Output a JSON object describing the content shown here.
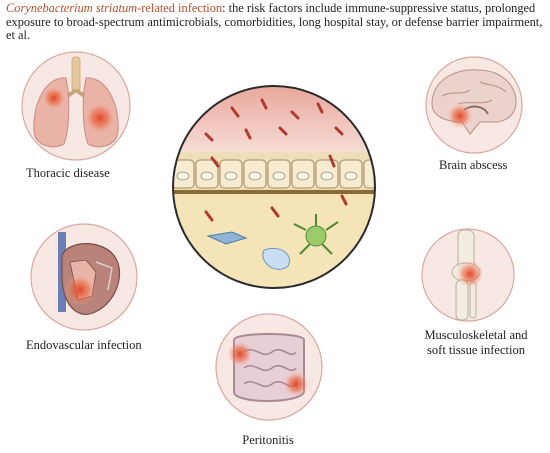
{
  "header": {
    "title_italic": "Corynebacterium striatum",
    "title_tail": "-related infection",
    "sep": ": ",
    "body": "the risk factors include immune-suppressive status, prolonged exposure to broad-spectrum antimicrobials, comorbidities, long hospital stay, or defense barrier impairment, et al."
  },
  "labels": {
    "thoracic": "Thoracic disease",
    "brain": "Brain abscess",
    "endovascular": "Endovascular infection",
    "musculo_line1": "Musculoskeletal and",
    "musculo_line2": "soft tissue infection",
    "peritonitis": "Peritonitis"
  },
  "colors": {
    "title": "#b5502a",
    "circle_fill": "#f8e8e3",
    "circle_stroke": "#d8a8a0",
    "infection": "#e0401e",
    "bacteria": "#c0392b",
    "cell_fill": "#f4e6c6",
    "tissue": "#f0dfae"
  }
}
